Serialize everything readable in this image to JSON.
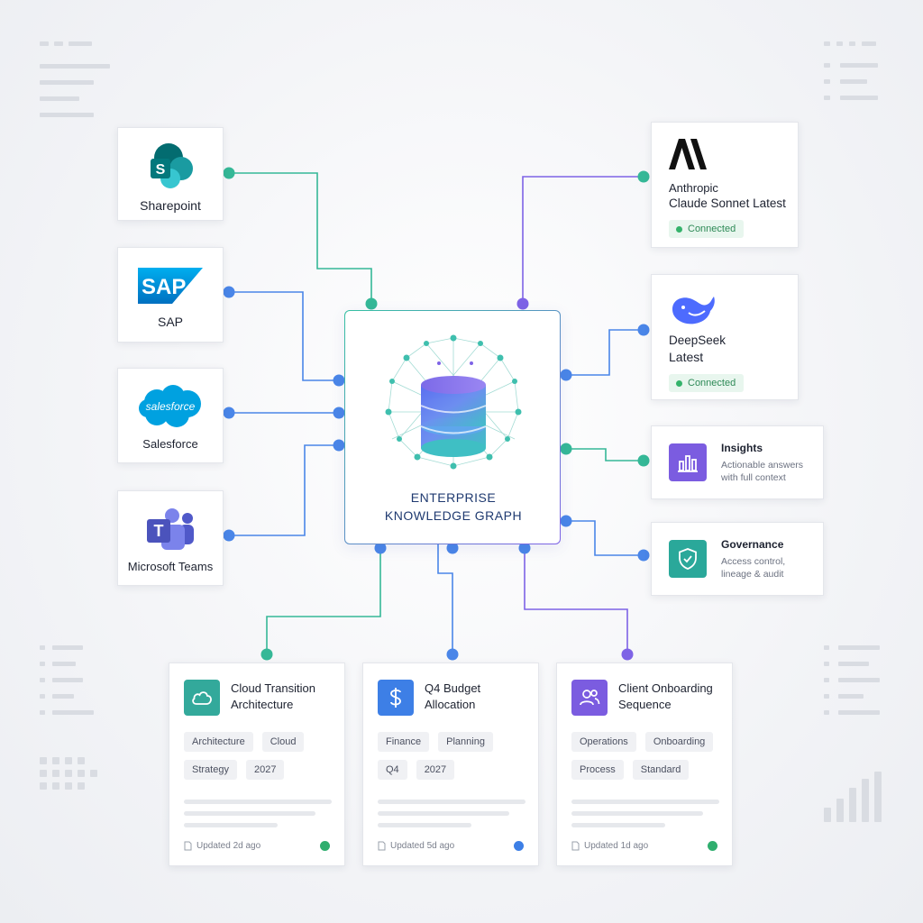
{
  "sources": [
    {
      "label": "Sharepoint",
      "icon": "sharepoint-logo-icon"
    },
    {
      "label": "SAP",
      "logo_text": "SAP",
      "icon": "sap-logo-icon"
    },
    {
      "label": "Salesforce",
      "logo_text": "salesforce",
      "icon": "salesforce-logo-icon"
    },
    {
      "label": "Microsoft Teams",
      "icon": "microsoft-teams-logo-icon"
    }
  ],
  "hub": {
    "title_line1": "ENTERPRISE",
    "title_line2": "KNOWLEDGE GRAPH",
    "icon": "database-network-icon"
  },
  "models": [
    {
      "line1": "Anthropic",
      "line2": "Claude Sonnet Latest",
      "status": "Connected",
      "icon": "anthropic-logo-icon"
    },
    {
      "line1": "DeepSeek",
      "line2": "Latest",
      "status": "Connected",
      "icon": "deepseek-whale-icon"
    }
  ],
  "features": [
    {
      "title": "Insights",
      "desc": "Actionable answers with full context",
      "icon": "bar-chart-icon",
      "color": "#7b5ce0"
    },
    {
      "title": "Governance",
      "desc": "Access control, lineage & audit",
      "icon": "shield-check-icon",
      "color": "#2aa89a"
    }
  ],
  "documents": [
    {
      "title": "Cloud Transition Architecture",
      "tags": [
        "Architecture",
        "Cloud",
        "Strategy",
        "2027"
      ],
      "updated": "Updated 2d ago",
      "icon": "cloud-icon",
      "icon_color": "#33a99b",
      "status_color": "#2fae6e"
    },
    {
      "title": "Q4 Budget Allocation",
      "tags": [
        "Finance",
        "Planning",
        "Q4",
        "2027"
      ],
      "updated": "Updated 5d ago",
      "icon": "dollar-icon",
      "icon_color": "#3d7fe6",
      "status_color": "#3d7fe6"
    },
    {
      "title": "Client Onboarding Sequence",
      "tags": [
        "Operations",
        "Onboarding",
        "Process",
        "Standard"
      ],
      "updated": "Updated 1d ago",
      "icon": "users-icon",
      "icon_color": "#7b5ce0",
      "status_color": "#2fae6e"
    }
  ],
  "colors": {
    "teal": "#35b897",
    "blue": "#4a86e8",
    "purple": "#7e63e6",
    "connected": "#34b36b"
  }
}
